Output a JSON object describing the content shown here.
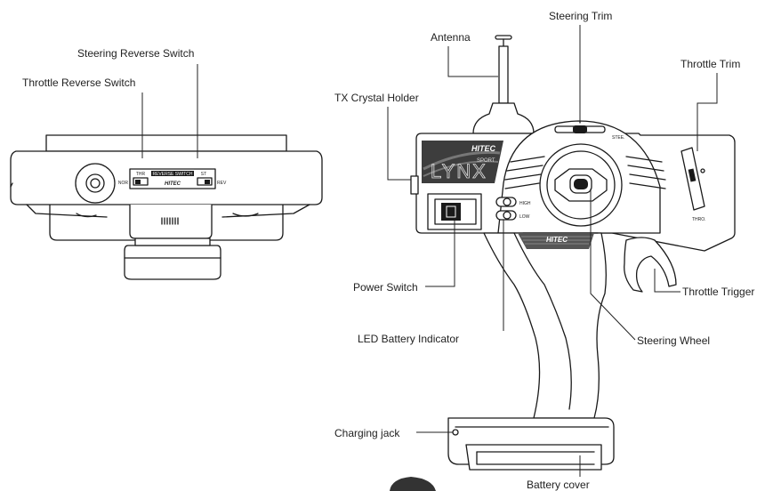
{
  "labels": {
    "steering_reverse_switch": "Steering Reverse Switch",
    "throttle_reverse_switch": "Throttle Reverse Switch",
    "antenna": "Antenna",
    "steering_trim": "Steering Trim",
    "throttle_trim": "Throttle Trim",
    "tx_crystal_holder": "TX Crystal Holder",
    "power_switch": "Power Switch",
    "led_battery_indicator": "LED Battery Indicator",
    "steering_wheel": "Steering Wheel",
    "throttle_trigger": "Throttle Trigger",
    "charging_jack": "Charging jack",
    "battery_cover": "Battery cover"
  },
  "device_markings": {
    "thr": "THR",
    "st": "ST",
    "reverse_switch": "REVERSE SWITCH",
    "nor": "NOR",
    "rev": "REV",
    "brand": "HITEC",
    "model": "LYNX",
    "sport": "SPORT",
    "high": "HIGH",
    "low": "LOW",
    "stee": "STEE.",
    "thro": "THRO."
  }
}
